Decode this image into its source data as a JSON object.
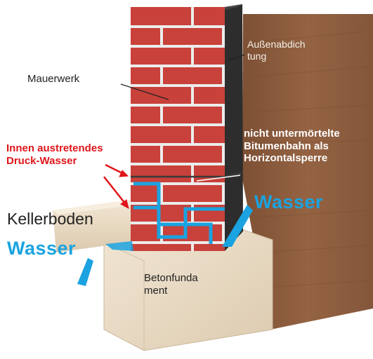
{
  "labels": {
    "outer_seal": "Außenabdich\ntung",
    "masonry": "Mauerwerk",
    "bitumen": "nicht untermörtelte\nBitumenbahn als\nHorizontalsperre",
    "pressure_water": "Innen austretendes\nDruck-Wasser",
    "cellar_floor": "Kellerboden",
    "water_left": "Wasser",
    "water_right": "Wasser",
    "foundation": "Betonfunda\nment"
  },
  "colors": {
    "brick": "#c8413a",
    "mortar": "#ececec",
    "water": "#1aa3e0",
    "wood": "#8a5a3a",
    "arrow_red": "#e0161b",
    "concrete": "#eadcc7"
  }
}
